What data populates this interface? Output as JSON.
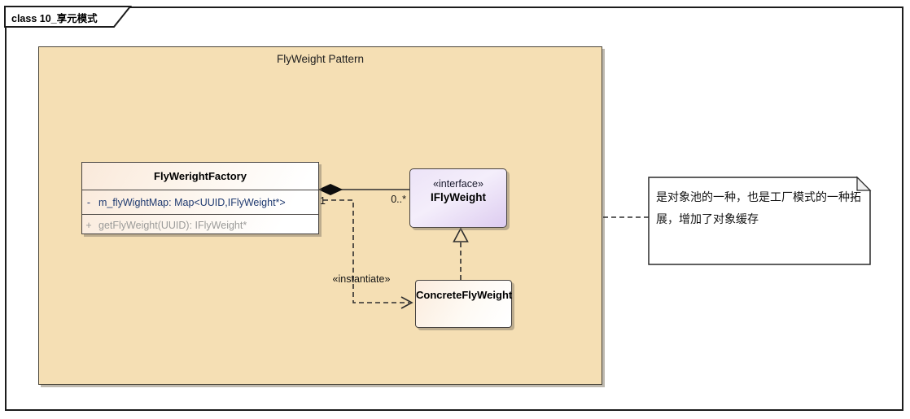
{
  "frame": {
    "tab_label": "class 10_享元模式"
  },
  "boundary": {
    "title": "FlyWeight Pattern",
    "fill": "#f5dfb4"
  },
  "factory_class": {
    "name": "FlyWerightFactory",
    "attributes": [
      {
        "visibility": "-",
        "signature": "m_flyWightMap: Map<UUID,IFlyWeight*>"
      }
    ],
    "operations": [
      {
        "visibility": "+",
        "signature": "getFlyWeight(UUID): IFlyWeight*"
      }
    ]
  },
  "interface_class": {
    "stereotype": "«interface»",
    "name": "IFlyWeight"
  },
  "concrete_class": {
    "name": "ConcreteFlyWeight"
  },
  "relationships": {
    "composition": {
      "source_multiplicity": "1",
      "target_multiplicity": "0..*"
    },
    "instantiate_label": "«instantiate»"
  },
  "note": {
    "text": "是对象池的一种，也是工厂模式的一种拓展，增加了对象缓存"
  },
  "colors": {
    "boundary_fill": "#f5dfb4",
    "interface_fill": "#ddccf0",
    "class_fill": "#fae9da",
    "attribute_text": "#1f3a70",
    "operation_text": "#9b9b99",
    "line": "#2e2e2e"
  }
}
